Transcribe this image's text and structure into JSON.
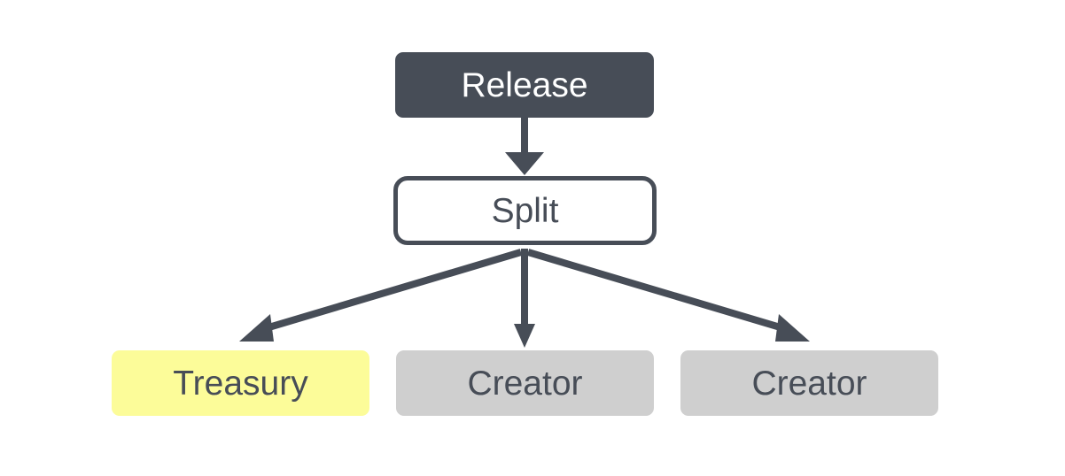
{
  "diagram": {
    "type": "flowchart",
    "orientation": "top-down",
    "background_color": "#ffffff",
    "edge_color": "#474d57",
    "nodes": [
      {
        "id": "release",
        "label": "Release",
        "shape": "rounded-rectangle",
        "fill": "#474d57",
        "text_color": "#ffffff",
        "border": "none"
      },
      {
        "id": "split",
        "label": "Split",
        "shape": "rounded-rectangle",
        "fill": "#ffffff",
        "text_color": "#474d57",
        "border": "#474d57"
      },
      {
        "id": "treasury",
        "label": "Treasury",
        "shape": "rounded-rectangle",
        "fill": "#fcfc99",
        "text_color": "#474d57",
        "border": "none"
      },
      {
        "id": "creator-1",
        "label": "Creator",
        "shape": "rounded-rectangle",
        "fill": "#cfcfcf",
        "text_color": "#474d57",
        "border": "none"
      },
      {
        "id": "creator-2",
        "label": "Creator",
        "shape": "rounded-rectangle",
        "fill": "#cfcfcf",
        "text_color": "#474d57",
        "border": "none"
      }
    ],
    "edges": [
      {
        "id": "edge-release-split",
        "from": "Release",
        "to": "Split",
        "arrow": "filled-triangle"
      },
      {
        "id": "edge-split-treasury",
        "from": "Split",
        "to": "Treasury",
        "arrow": "filled-triangle"
      },
      {
        "id": "edge-split-creator-1",
        "from": "Split",
        "to": "Creator",
        "arrow": "filled-triangle"
      },
      {
        "id": "edge-split-creator-2",
        "from": "Split",
        "to": "Creator",
        "arrow": "filled-triangle"
      }
    ]
  }
}
